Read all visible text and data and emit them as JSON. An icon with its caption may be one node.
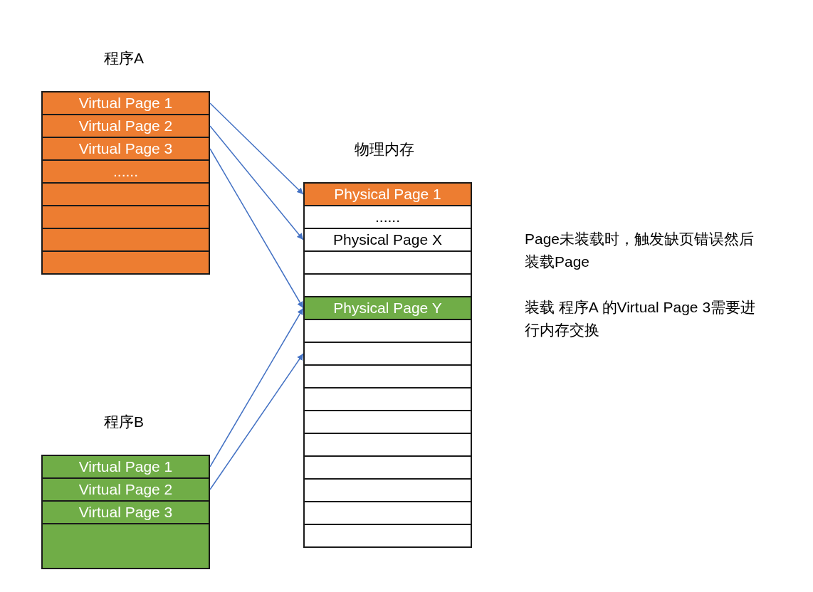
{
  "diagram": {
    "nodes": [
      {
        "text": [
          "程序A"
        ]
      },
      {
        "text": [
          "Virtual Page 1"
        ],
        "in": 0
      },
      {
        "text": [
          "Virtual Page 2"
        ],
        "in": 0
      },
      {
        "text": [
          "Virtual Page 3"
        ],
        "in": 0
      },
      {
        "text": [
          "......"
        ],
        "in": 0
      },
      {
        "text": [],
        "shape": "box",
        "in": 0
      },
      {
        "text": [],
        "shape": "box",
        "in": 0
      },
      {
        "text": [],
        "shape": "box",
        "in": 0
      },
      {
        "text": [],
        "shape": "box",
        "in": 0
      },
      {
        "text": [
          "物理内存"
        ]
      },
      {
        "text": [
          "Physical Page 1"
        ],
        "in": 9
      },
      {
        "text": [
          "......"
        ],
        "in": 9
      },
      {
        "text": [
          "Physical Page X"
        ],
        "in": 9
      },
      {
        "text": [],
        "shape": "box",
        "in": 9
      },
      {
        "text": [],
        "shape": "box",
        "in": 9
      },
      {
        "text": [
          "Physical Page Y"
        ],
        "in": 9
      },
      {
        "text": [],
        "shape": "box",
        "in": 9
      },
      {
        "text": [],
        "shape": "box",
        "in": 9
      },
      {
        "text": [],
        "shape": "box",
        "in": 9
      },
      {
        "text": [],
        "shape": "box",
        "in": 9
      },
      {
        "text": [],
        "shape": "box",
        "in": 9
      },
      {
        "text": [],
        "shape": "box",
        "in": 9
      },
      {
        "text": [],
        "shape": "box",
        "in": 9
      },
      {
        "text": [],
        "shape": "box",
        "in": 9
      },
      {
        "text": [],
        "shape": "box",
        "in": 9
      },
      {
        "text": [],
        "shape": "box",
        "in": 9
      },
      {
        "text": [
          "程序B"
        ]
      },
      {
        "text": [
          "Virtual Page 1"
        ],
        "in": 26
      },
      {
        "text": [
          "Virtual Page 2"
        ],
        "in": 26
      },
      {
        "text": [
          "Virtual Page 3"
        ],
        "in": 26
      },
      {
        "text": [],
        "shape": "box",
        "in": 26
      }
    ],
    "edges": [
      {
        "from": 1,
        "to": 10,
        "arrow": "to"
      },
      {
        "from": 2,
        "to": 12,
        "arrow": "to"
      },
      {
        "from": 3,
        "to": 15,
        "arrow": "to"
      },
      {
        "from": 27,
        "to": 15,
        "arrow": "to"
      },
      {
        "from": 28,
        "to": 17,
        "arrow": "to"
      }
    ],
    "labels": [
      "Page未装载时，触发缺页错误然后装载Page",
      "装载 程序A 的Virtual Page 3需要进行内存交换"
    ]
  }
}
